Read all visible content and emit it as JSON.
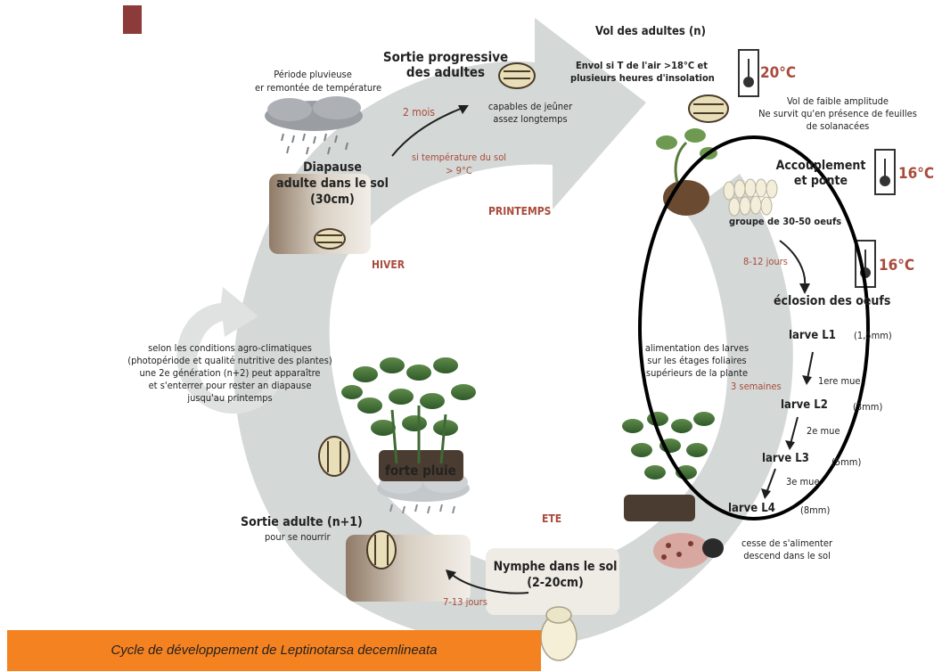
{
  "labels": {
    "vol_adultes": "Vol des adultes (n)",
    "sortie_progressive_1": "Sortie progressive",
    "sortie_progressive_2": "des adultes",
    "periode_pluvieuse_1": "Période pluvieuse",
    "periode_pluvieuse_2": "er remontée de température",
    "envol_1": "Envol si T de l'air >18°C et",
    "envol_2": "plusieurs heures d'insolation",
    "deux_mois": "2 mois",
    "capables_1": "capables de jeûner",
    "capables_2": "assez longtemps",
    "vol_faible_1": "Vol de faible amplitude",
    "vol_faible_2": "Ne survit qu'en présence de feuilles",
    "vol_faible_3": "de solanacées",
    "si_temp_1": "si température du sol",
    "si_temp_2": "> 9°C",
    "diapause_1": "Diapause",
    "diapause_2": "adulte dans le sol",
    "diapause_3": "(30cm)",
    "accouplement_1": "Accouplement",
    "accouplement_2": "et ponte",
    "printemps": "PRINTEMPS",
    "groupe_oeufs": "groupe de 30-50 oeufs",
    "hiver": "HIVER",
    "jours_8_12": "8-12 jours",
    "eclosion": "éclosion des oeufs",
    "selon_1": "selon les conditions agro-climatiques",
    "selon_2": "(photopériode et qualité nutritive des plantes)",
    "selon_3": "une 2e génération (n+2) peut apparaître",
    "selon_4": "et s'enterrer pour rester an diapause",
    "selon_5": "jusqu'au printemps",
    "alimentation_1": "alimentation des larves",
    "alimentation_2": "sur les étages foliaires",
    "alimentation_3": "supérieurs de la plante",
    "larve_l1": "larve L1",
    "larve_l1_size": "(1,5mm)",
    "mue_1": "1ere mue",
    "trois_semaines": "3 semaines",
    "larve_l2": "larve L2",
    "larve_l2_size": "(3mm)",
    "mue_2": "2e mue",
    "forte_pluie": "forte pluie",
    "larve_l3": "larve L3",
    "larve_l3_size": "(5mm)",
    "mue_3": "3e mue",
    "ete": "ETE",
    "larve_l4": "larve L4",
    "larve_l4_size": "(8mm)",
    "sortie_adulte_1": "Sortie adulte (n+1)",
    "sortie_adulte_2": "pour se nourrir",
    "cesse_1": "cesse de s'alimenter",
    "cesse_2": "descend dans le sol",
    "nymphe_1": "Nymphe dans le sol",
    "nymphe_2": "(2-20cm)",
    "jours_7_13": "7-13 jours"
  },
  "temperatures": {
    "t20": "20°C",
    "t16a": "16°C",
    "t16b": "16°C"
  },
  "caption": "Cycle de développement de Leptinotarsa decemlineata",
  "colors": {
    "arrow_fill": "#d4d8d6",
    "label_red": "#a94b3c",
    "caption_bg": "#f58220",
    "marker": "#8c3a3a"
  }
}
